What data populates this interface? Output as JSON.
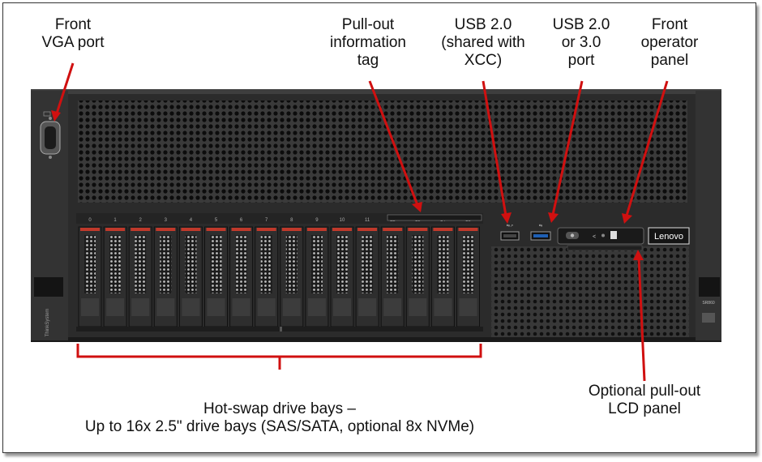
{
  "labels": {
    "vga": "Front\nVGA port",
    "tag": "Pull-out\ninformation\ntag",
    "usb_shared": "USB 2.0\n(shared with\nXCC)",
    "usb_port": "USB 2.0\nor 3.0\nport",
    "operator": "Front\noperator\npanel",
    "lcd": "Optional pull-out\nLCD panel",
    "bays": "Hot-swap drive bays –\nUp to 16x 2.5\" drive bays (SAS/SATA, optional 8x NVMe)"
  },
  "server": {
    "brand": "Lenovo",
    "side_brand": "ThinkSystem",
    "model": "SR860",
    "bay_numbers": [
      "0",
      "1",
      "2",
      "3",
      "4",
      "5",
      "6",
      "7",
      "8",
      "9",
      "10",
      "11",
      "12",
      "13",
      "14",
      "15"
    ]
  },
  "colors": {
    "callout": "#d01010",
    "chassis": "#2b2b2b",
    "drive_latch": "#c0392b",
    "usb3": "#1e5fb4"
  }
}
